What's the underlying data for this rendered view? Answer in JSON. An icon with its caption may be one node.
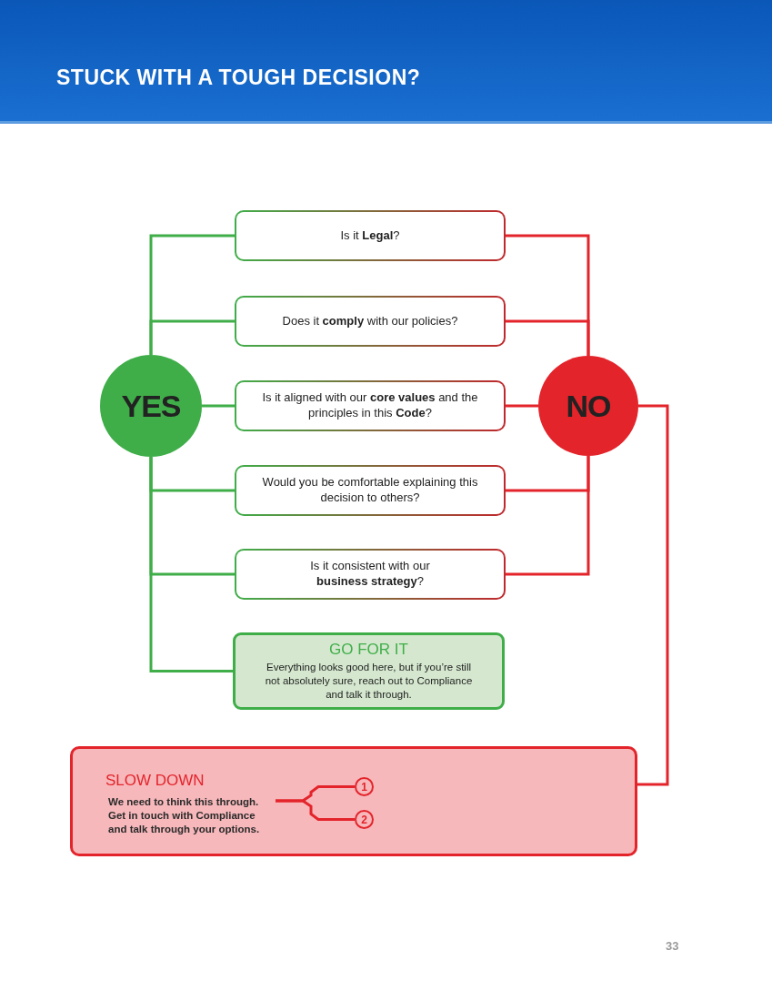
{
  "diagram": {
    "title": "STUCK WITH A TOUGH DECISION?",
    "nodes": [
      {
        "text": [
          "Is it **Legal**?"
        ]
      },
      {
        "text": [
          "Does it **comply** with our policies?"
        ]
      },
      {
        "text": [
          "YES"
        ]
      },
      {
        "text": [
          "Is it aligned with our **core values** and the principles in this **Code**?"
        ]
      },
      {
        "text": [
          "NO"
        ]
      },
      {
        "text": [
          "Would you be comfortable explaining this decision to others?"
        ]
      },
      {
        "text": [
          "Is it consistent with our **business strategy**?"
        ]
      },
      {
        "text": [
          "GO FOR IT",
          "Everything looks good here, but if you’re still not absolutely sure, reach out to Compliance and talk it through."
        ]
      },
      {
        "text": [
          "SLOW DOWN"
        ]
      },
      {
        "text": [
          "We need to think this through. Get in touch with Compliance and talk through your options."
        ],
        "in": 8
      },
      {
        "text": [
          "1"
        ],
        "in": 8
      },
      {
        "text": [
          "2"
        ],
        "in": 8
      }
    ],
    "edges": [
      {
        "from": 2,
        "to": 0,
        "arrow": "none",
        "color": "#3fae49"
      },
      {
        "from": 2,
        "to": 1,
        "arrow": "none",
        "color": "#3fae49"
      },
      {
        "from": 2,
        "to": 3,
        "arrow": "none",
        "color": "#3fae49"
      },
      {
        "from": 2,
        "to": 5,
        "arrow": "none",
        "color": "#3fae49"
      },
      {
        "from": 2,
        "to": 6,
        "arrow": "none",
        "color": "#3fae49"
      },
      {
        "from": 2,
        "to": 7,
        "arrow": "none",
        "color": "#3fae49"
      },
      {
        "from": 0,
        "to": 4,
        "arrow": "none",
        "color": "#e3242b"
      },
      {
        "from": 1,
        "to": 4,
        "arrow": "none",
        "color": "#e3242b"
      },
      {
        "from": 3,
        "to": 4,
        "arrow": "none",
        "color": "#e3242b"
      },
      {
        "from": 5,
        "to": 4,
        "arrow": "none",
        "color": "#e3242b"
      },
      {
        "from": 6,
        "to": 4,
        "arrow": "none",
        "color": "#e3242b"
      },
      {
        "from": 4,
        "to": 8,
        "arrow": "none",
        "color": "#e3242b"
      },
      {
        "from": 9,
        "to": 10,
        "arrow": "none",
        "color": "#e3242b"
      },
      {
        "from": 9,
        "to": 11,
        "arrow": "none",
        "color": "#e3242b"
      }
    ],
    "labels": [
      "33"
    ]
  }
}
